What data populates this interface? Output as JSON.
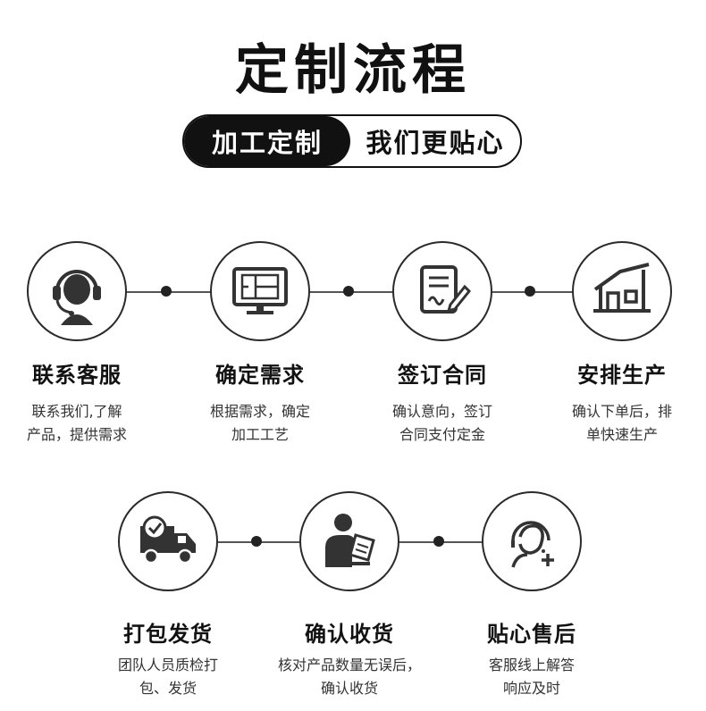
{
  "title": "定制流程",
  "pill": {
    "left": "加工定制",
    "right": "我们更贴心"
  },
  "steps": [
    {
      "title": "联系客服",
      "desc": [
        "联系我们,了解",
        "产品，提供需求"
      ],
      "icon": "customer-service-headset-icon"
    },
    {
      "title": "确定需求",
      "desc": [
        "根据需求，确定",
        "加工工艺"
      ],
      "icon": "blueprint-monitor-icon"
    },
    {
      "title": "签订合同",
      "desc": [
        "确认意向，签订",
        "合同支付定金"
      ],
      "icon": "contract-sign-icon"
    },
    {
      "title": "安排生产",
      "desc": [
        "确认下单后，排",
        "单快速生产"
      ],
      "icon": "factory-house-icon"
    },
    {
      "title": "打包发货",
      "desc": [
        "团队人员质检打",
        "包、发货"
      ],
      "icon": "delivery-truck-icon"
    },
    {
      "title": "确认收货",
      "desc": [
        "核对产品数量无误后，",
        "确认收货"
      ],
      "icon": "person-checking-icon"
    },
    {
      "title": "贴心售后",
      "desc": [
        "客服线上解答",
        "响应及时"
      ],
      "icon": "after-sales-support-icon"
    }
  ]
}
